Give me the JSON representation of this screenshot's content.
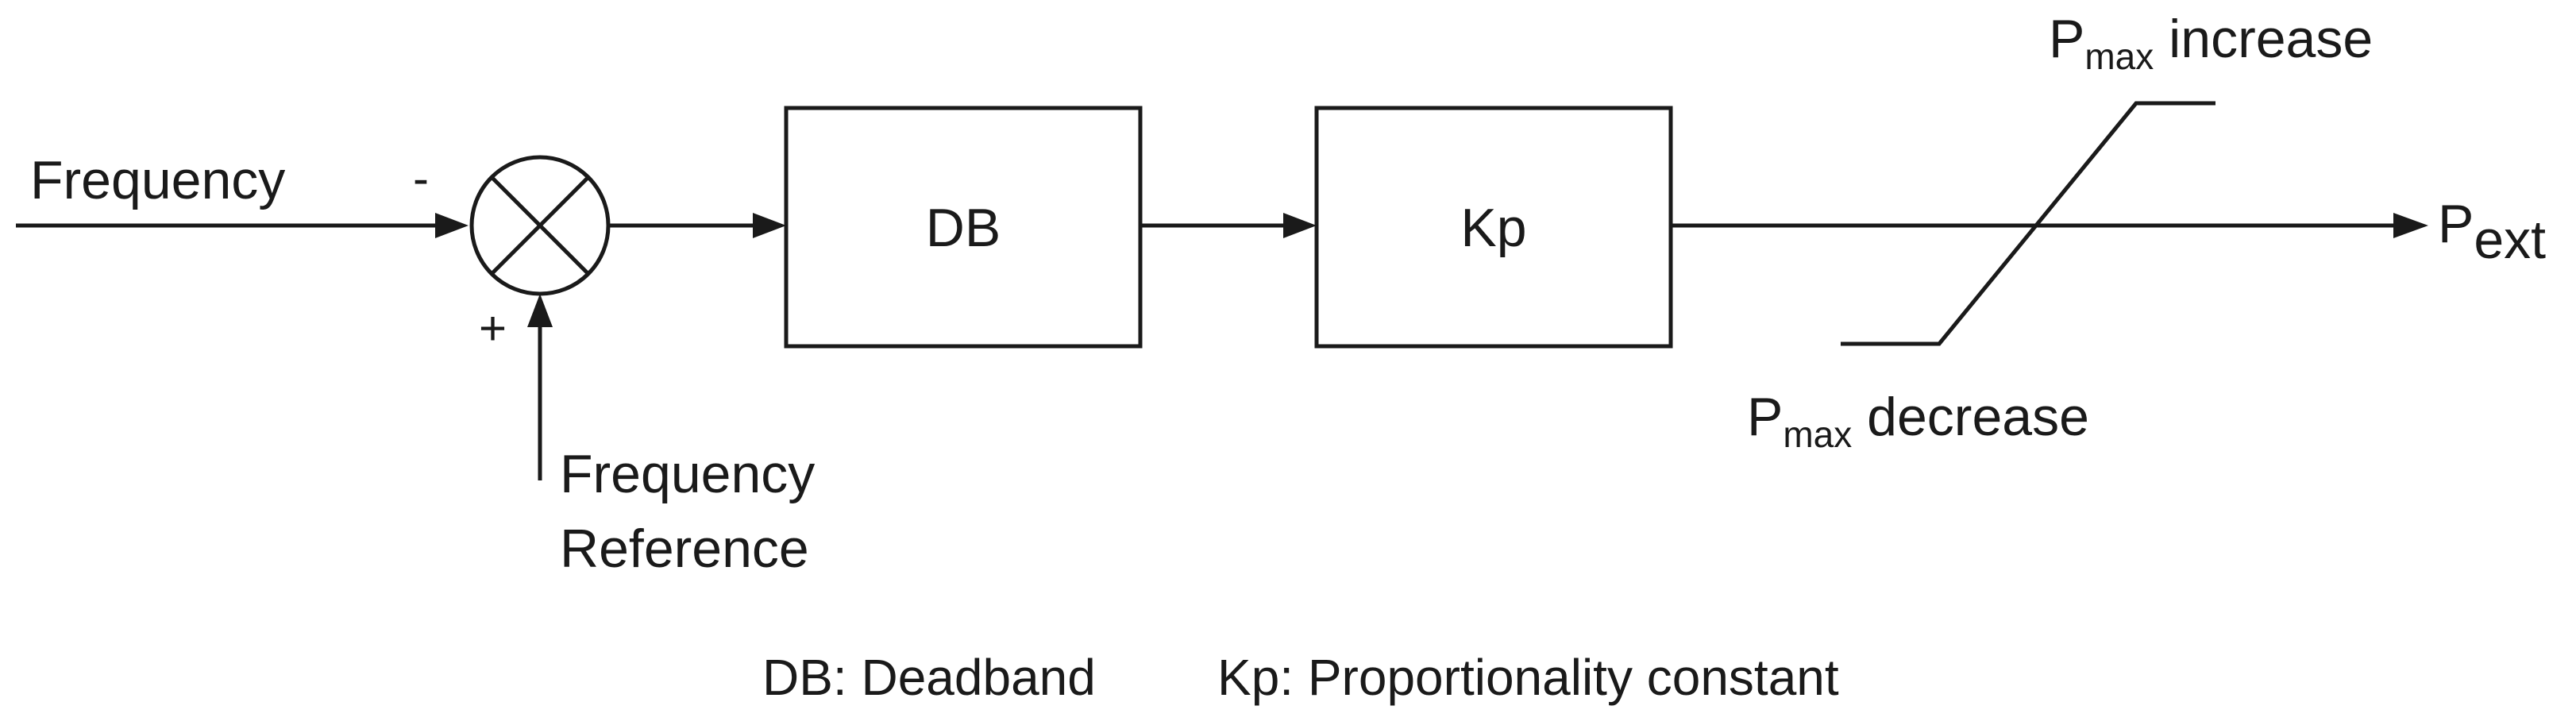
{
  "inputs": {
    "frequency": "Frequency",
    "frequency_reference_line1": "Frequency",
    "frequency_reference_line2": "Reference"
  },
  "summing_junction": {
    "minus_sign": "-",
    "plus_sign": "+"
  },
  "blocks": {
    "deadband": "DB",
    "gain": "Kp"
  },
  "limiter": {
    "upper_label_main": "P",
    "upper_label_sub": "max",
    "upper_label_suffix": " increase",
    "lower_label_main": "P",
    "lower_label_sub": "max",
    "lower_label_suffix": " decrease"
  },
  "output": {
    "label_main": "P",
    "label_sub": "ext"
  },
  "legend": {
    "deadband_def": "DB: Deadband",
    "kp_def": "Kp: Proportionality constant"
  }
}
